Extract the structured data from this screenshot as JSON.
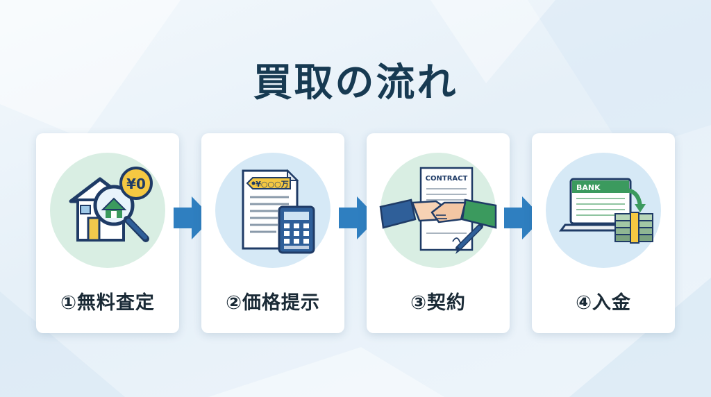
{
  "title": "買取の流れ",
  "steps": [
    {
      "label": "①無料査定",
      "circle_color": "#d9eee3",
      "icon": "house-search-icon",
      "badge": "¥0"
    },
    {
      "label": "②価格提示",
      "circle_color": "#d6e9f6",
      "icon": "document-calculator-icon",
      "tag": "¥○○○万"
    },
    {
      "label": "③契約",
      "circle_color": "#d9eee3",
      "icon": "handshake-contract-icon",
      "contract": "CONTRACT"
    },
    {
      "label": "④入金",
      "circle_color": "#d6e9f6",
      "icon": "bank-money-icon",
      "bank": "BANK"
    }
  ],
  "colors": {
    "title": "#173a52",
    "arrow": "#2f7fc0",
    "navy": "#1f3b66",
    "green": "#3b9a5e"
  }
}
